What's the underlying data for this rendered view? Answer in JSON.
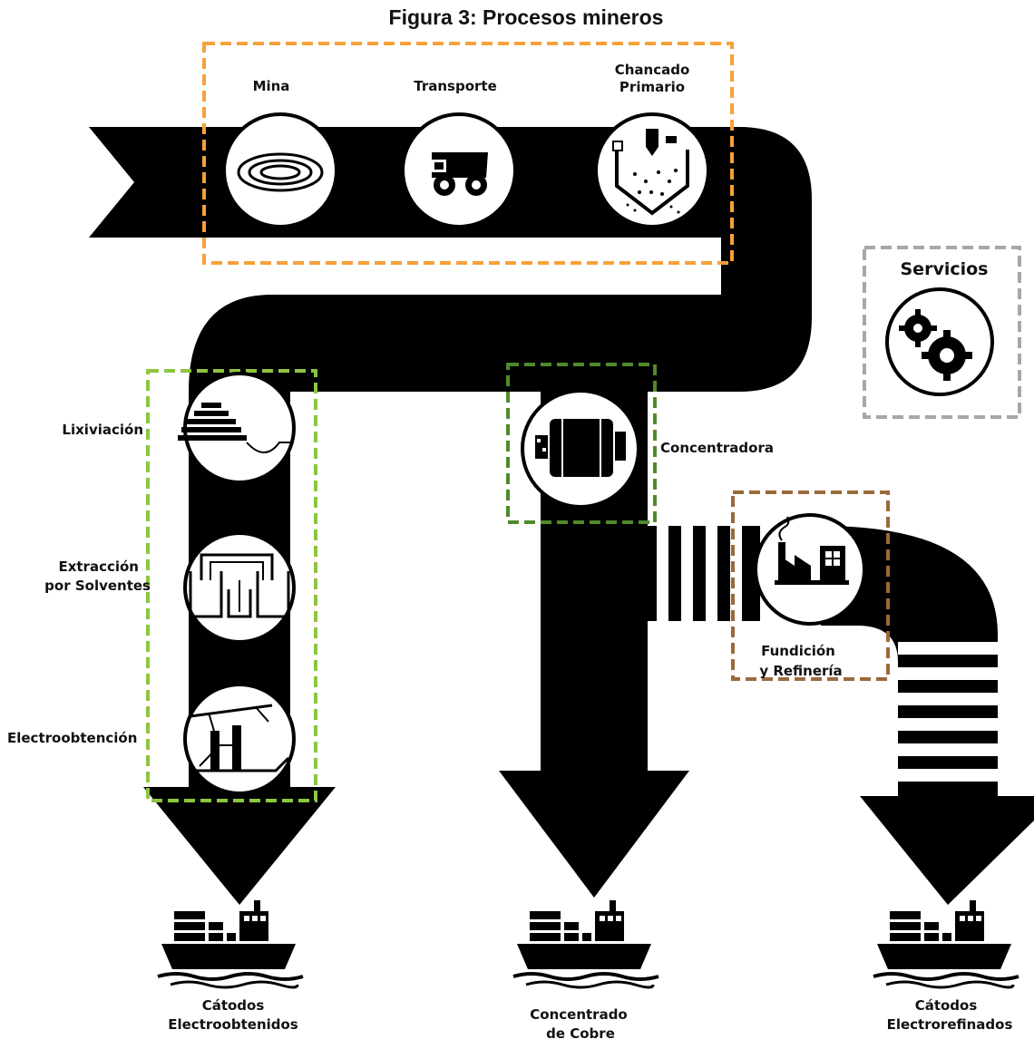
{
  "title": "Figura 3: Procesos mineros",
  "stages": {
    "mina": "Mina",
    "transporte": "Transporte",
    "chancado_1": "Chancado",
    "chancado_2": "Primario",
    "servicios": "Servicios",
    "lixiviacion": "Lixiviación",
    "extraccion_1": "Extracción",
    "extraccion_2": "por Solventes",
    "electroobtencion": "Electroobtención",
    "concentradora": "Concentradora",
    "fundicion_1": "Fundición",
    "fundicion_2": "y Refinería"
  },
  "products": {
    "left_1": "Cátodos",
    "left_2": "Electroobtenidos",
    "mid_1": "Concentrado",
    "mid_2": "de Cobre",
    "right_1": "Cátodos",
    "right_2": "Electrorefinados"
  },
  "colors": {
    "orange": "#f7a13a",
    "light_green": "#8cc63f",
    "dark_green": "#4f8a2b",
    "brown": "#9a6a3a",
    "gray": "#a7a7a7"
  },
  "icons": {
    "mina": "open-pit-mine-icon",
    "transporte": "haul-truck-icon",
    "chancado": "crusher-icon",
    "servicios": "gears-icon",
    "lixiviacion": "leach-pile-icon",
    "extraccion": "solvent-extraction-tanks-icon",
    "electroobtencion": "electrowinning-cell-icon",
    "concentradora": "grinding-mill-icon",
    "fundicion": "smelter-factory-icon",
    "ship": "cargo-ship-icon"
  }
}
